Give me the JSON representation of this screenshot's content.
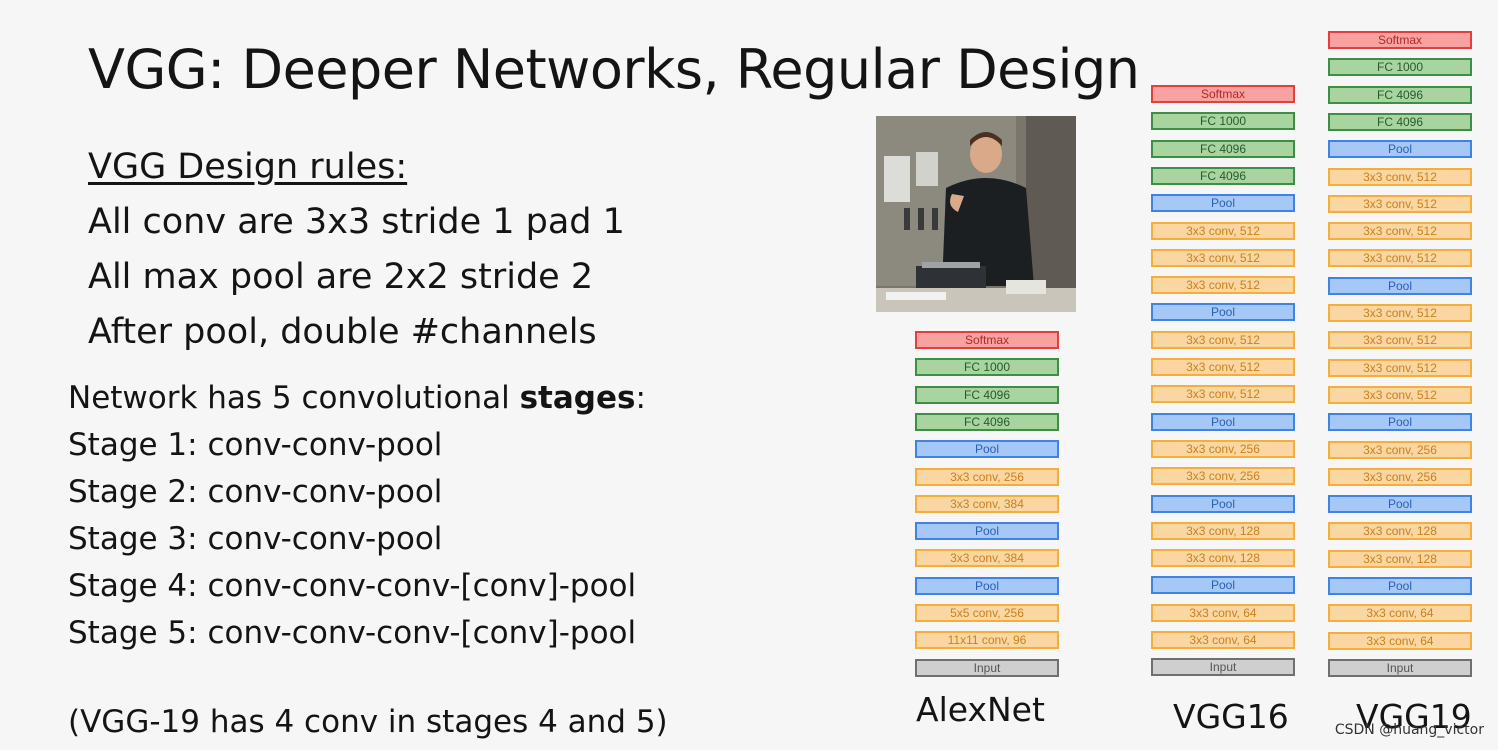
{
  "slide": {
    "title": "VGG: Deeper Networks, Regular Design",
    "rules_heading": "VGG Design rules:",
    "rules": [
      "All conv are 3x3 stride 1 pad 1",
      "All max pool are 2x2 stride 2",
      "After pool, double #channels"
    ],
    "stages_intro_prefix": "Network has 5 convolutional ",
    "stages_intro_bold": "stages",
    "stages_intro_suffix": ":",
    "stages": [
      "Stage 1: conv-conv-pool",
      "Stage 2: conv-conv-pool",
      "Stage 3: conv-conv-pool",
      "Stage 4: conv-conv-conv-[conv]-pool",
      "Stage 5: conv-conv-conv-[conv]-pool"
    ],
    "footnote": "(VGG-19 has 4 conv in stages 4 and 5)"
  },
  "networks": [
    {
      "name": "AlexNet",
      "layers": [
        {
          "label": "Softmax",
          "type": "softmax"
        },
        {
          "label": "FC 1000",
          "type": "fc"
        },
        {
          "label": "FC 4096",
          "type": "fc"
        },
        {
          "label": "FC 4096",
          "type": "fc"
        },
        {
          "label": "Pool",
          "type": "pool"
        },
        {
          "label": "3x3 conv, 256",
          "type": "conv"
        },
        {
          "label": "3x3 conv, 384",
          "type": "conv"
        },
        {
          "label": "Pool",
          "type": "pool"
        },
        {
          "label": "3x3 conv, 384",
          "type": "conv"
        },
        {
          "label": "Pool",
          "type": "pool"
        },
        {
          "label": "5x5 conv, 256",
          "type": "conv"
        },
        {
          "label": "11x11 conv, 96",
          "type": "conv"
        },
        {
          "label": "Input",
          "type": "input"
        }
      ]
    },
    {
      "name": "VGG16",
      "layers": [
        {
          "label": "Softmax",
          "type": "softmax"
        },
        {
          "label": "FC 1000",
          "type": "fc"
        },
        {
          "label": "FC 4096",
          "type": "fc"
        },
        {
          "label": "FC 4096",
          "type": "fc"
        },
        {
          "label": "Pool",
          "type": "pool"
        },
        {
          "label": "3x3 conv, 512",
          "type": "conv"
        },
        {
          "label": "3x3 conv, 512",
          "type": "conv"
        },
        {
          "label": "3x3 conv, 512",
          "type": "conv"
        },
        {
          "label": "Pool",
          "type": "pool"
        },
        {
          "label": "3x3 conv, 512",
          "type": "conv"
        },
        {
          "label": "3x3 conv, 512",
          "type": "conv"
        },
        {
          "label": "3x3 conv, 512",
          "type": "conv"
        },
        {
          "label": "Pool",
          "type": "pool"
        },
        {
          "label": "3x3 conv, 256",
          "type": "conv"
        },
        {
          "label": "3x3 conv, 256",
          "type": "conv"
        },
        {
          "label": "Pool",
          "type": "pool"
        },
        {
          "label": "3x3 conv, 128",
          "type": "conv"
        },
        {
          "label": "3x3 conv, 128",
          "type": "conv"
        },
        {
          "label": "Pool",
          "type": "pool"
        },
        {
          "label": "3x3 conv, 64",
          "type": "conv"
        },
        {
          "label": "3x3 conv, 64",
          "type": "conv"
        },
        {
          "label": "Input",
          "type": "input"
        }
      ]
    },
    {
      "name": "VGG19",
      "layers": [
        {
          "label": "Softmax",
          "type": "softmax"
        },
        {
          "label": "FC 1000",
          "type": "fc"
        },
        {
          "label": "FC 4096",
          "type": "fc"
        },
        {
          "label": "FC 4096",
          "type": "fc"
        },
        {
          "label": "Pool",
          "type": "pool"
        },
        {
          "label": "3x3 conv, 512",
          "type": "conv"
        },
        {
          "label": "3x3 conv, 512",
          "type": "conv"
        },
        {
          "label": "3x3 conv, 512",
          "type": "conv"
        },
        {
          "label": "3x3 conv, 512",
          "type": "conv"
        },
        {
          "label": "Pool",
          "type": "pool"
        },
        {
          "label": "3x3 conv, 512",
          "type": "conv"
        },
        {
          "label": "3x3 conv, 512",
          "type": "conv"
        },
        {
          "label": "3x3 conv, 512",
          "type": "conv"
        },
        {
          "label": "3x3 conv, 512",
          "type": "conv"
        },
        {
          "label": "Pool",
          "type": "pool"
        },
        {
          "label": "3x3 conv, 256",
          "type": "conv"
        },
        {
          "label": "3x3 conv, 256",
          "type": "conv"
        },
        {
          "label": "Pool",
          "type": "pool"
        },
        {
          "label": "3x3 conv, 128",
          "type": "conv"
        },
        {
          "label": "3x3 conv, 128",
          "type": "conv"
        },
        {
          "label": "Pool",
          "type": "pool"
        },
        {
          "label": "3x3 conv, 64",
          "type": "conv"
        },
        {
          "label": "3x3 conv, 64",
          "type": "conv"
        },
        {
          "label": "Input",
          "type": "input"
        }
      ]
    }
  ],
  "colors": {
    "softmax": "#e0413e",
    "fc": "#3e8f45",
    "pool": "#3f83e6",
    "conv": "#f4ae3c",
    "input": "#6f6f6f"
  },
  "watermark": "CSDN @huang_victor"
}
